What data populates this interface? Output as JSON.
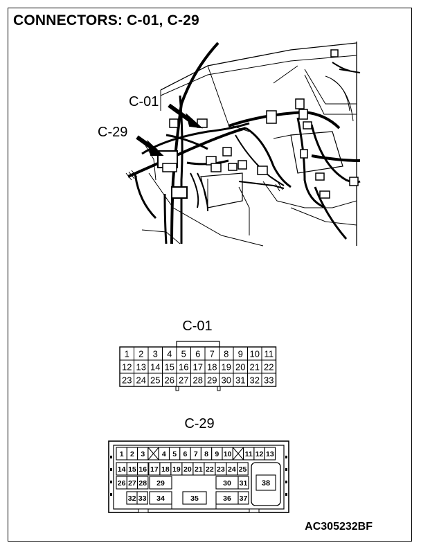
{
  "title": "CONNECTORS: C-01, C-29",
  "figure_code": "AC305232BF",
  "callouts": {
    "c01": "C-01",
    "c29": "C-29"
  },
  "connector_c01": {
    "label": "C-01",
    "rows": [
      [
        "1",
        "2",
        "3",
        "4",
        "5",
        "6",
        "7",
        "8",
        "9",
        "10",
        "11"
      ],
      [
        "12",
        "13",
        "14",
        "15",
        "16",
        "17",
        "18",
        "19",
        "20",
        "21",
        "22"
      ],
      [
        "23",
        "24",
        "25",
        "26",
        "27",
        "28",
        "29",
        "30",
        "31",
        "32",
        "33"
      ]
    ]
  },
  "connector_c29": {
    "label": "C-29",
    "pins": [
      "1",
      "2",
      "3",
      "4",
      "5",
      "6",
      "7",
      "8",
      "9",
      "10",
      "11",
      "12",
      "13",
      "14",
      "15",
      "16",
      "17",
      "18",
      "19",
      "20",
      "21",
      "22",
      "23",
      "24",
      "25",
      "26",
      "27",
      "28",
      "29",
      "30",
      "31",
      "32",
      "33",
      "34",
      "35",
      "36",
      "37",
      "38"
    ]
  }
}
